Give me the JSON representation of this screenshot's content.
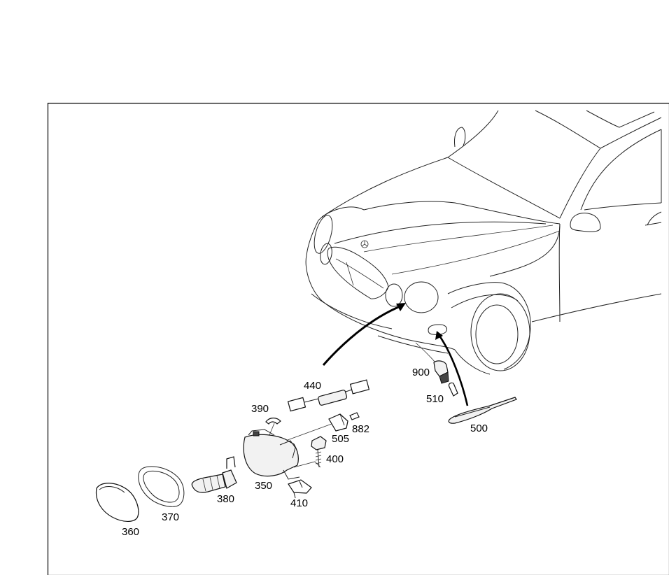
{
  "diagram": {
    "callouts": {
      "c440": "440",
      "c390": "390",
      "c882": "882",
      "c505": "505",
      "c400": "400",
      "c350": "350",
      "c380": "380",
      "c410": "410",
      "c370": "370",
      "c360": "360",
      "c900": "900",
      "c510": "510",
      "c500": "500"
    }
  }
}
